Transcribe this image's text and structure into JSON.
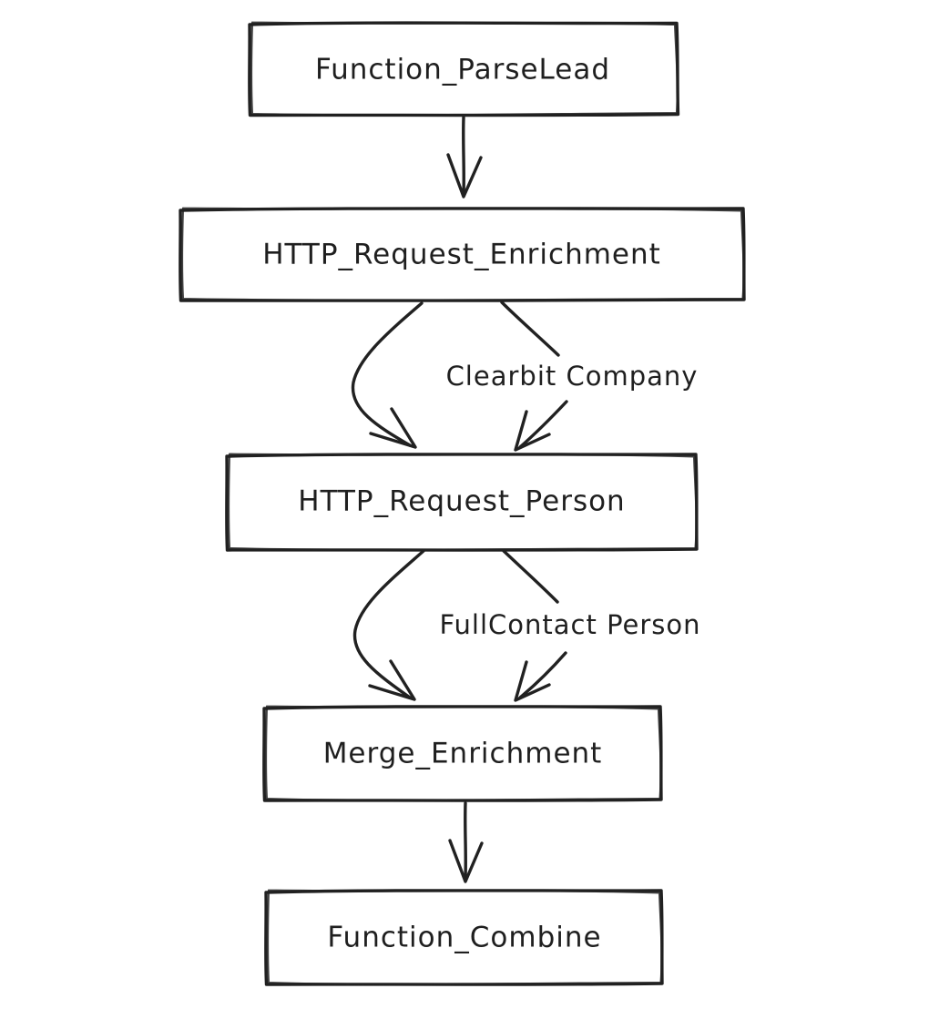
{
  "diagram": {
    "type": "flowchart",
    "style": "hand-drawn",
    "colors": {
      "background": "#ffffff",
      "stroke": "#212121",
      "text": "#1f1f1f"
    },
    "nodes": [
      {
        "id": "function-parselead",
        "label": "Function_ParseLead"
      },
      {
        "id": "http-request-enrichment",
        "label": "HTTP_Request_Enrichment"
      },
      {
        "id": "http-request-person",
        "label": "HTTP_Request_Person"
      },
      {
        "id": "merge-enrichment",
        "label": "Merge_Enrichment"
      },
      {
        "id": "function-combine",
        "label": "Function_Combine"
      }
    ],
    "edges": [
      {
        "from": "Function_ParseLead",
        "to": "HTTP_Request_Enrichment",
        "label": ""
      },
      {
        "from": "HTTP_Request_Enrichment",
        "to": "HTTP_Request_Person",
        "label": "Clearbit Company"
      },
      {
        "from": "HTTP_Request_Person",
        "to": "Merge_Enrichment",
        "label": "FullContact Person"
      },
      {
        "from": "Merge_Enrichment",
        "to": "Function_Combine",
        "label": ""
      }
    ]
  }
}
